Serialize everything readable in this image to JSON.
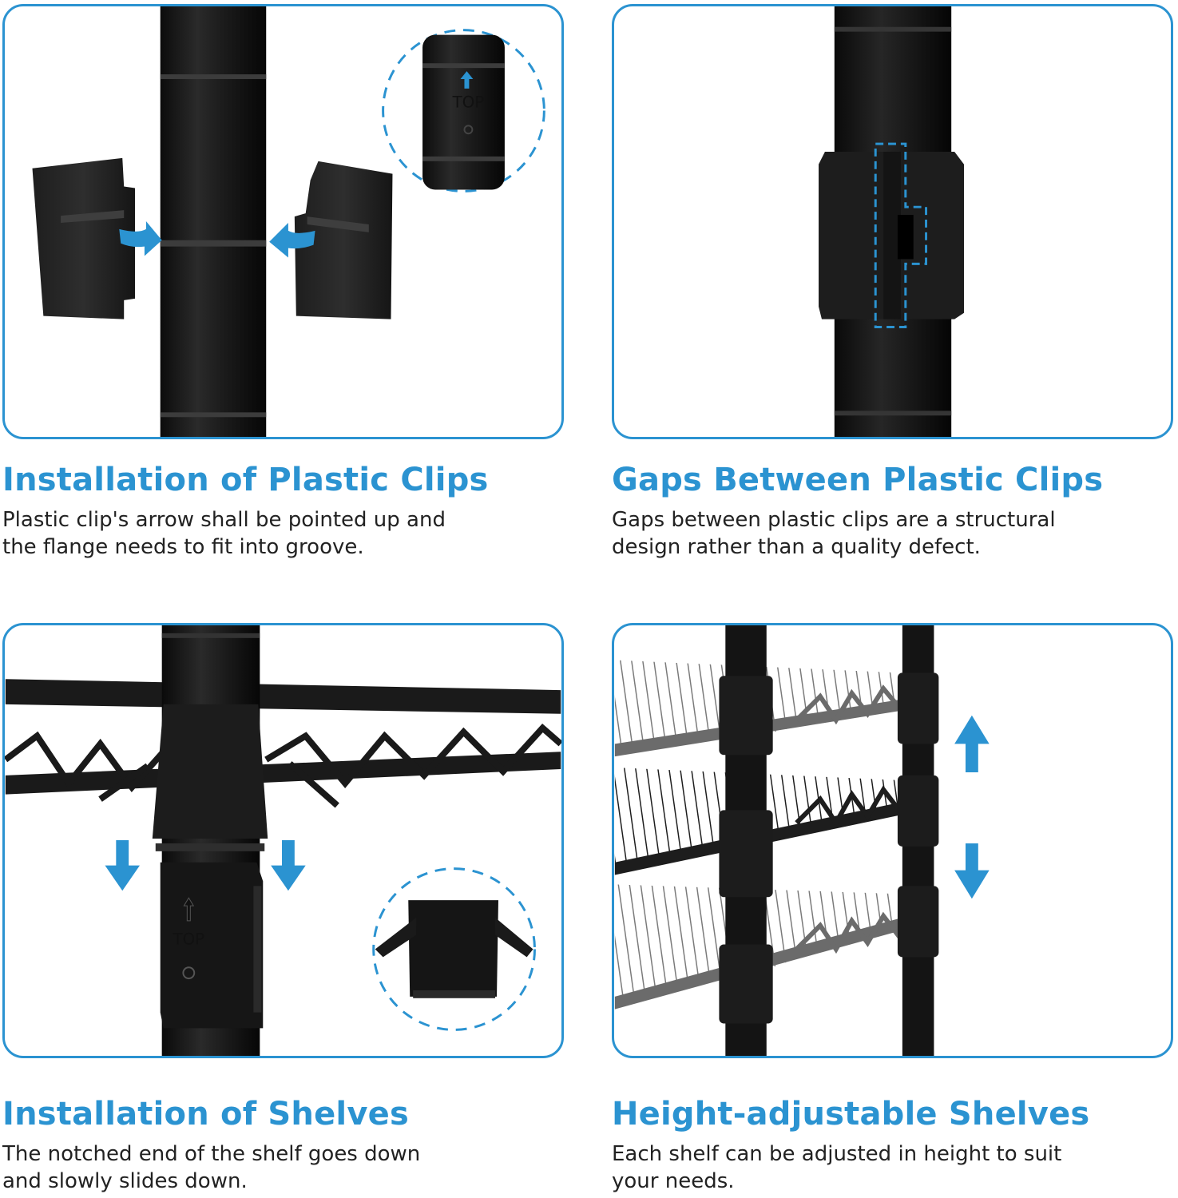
{
  "accent_color": "#2b93d1",
  "panels": [
    {
      "title": "Installation of Plastic Clips",
      "description": "Plastic clip's arrow shall be pointed up and\nthe flange needs to fit into groove.",
      "inset_label": "TOP",
      "image": "pole-with-two-clip-halves-icon"
    },
    {
      "title": "Gaps Between Plastic Clips",
      "description": "Gaps between plastic clips are a structural\ndesign rather than a quality defect.",
      "image": "clip-gap-closeup-icon"
    },
    {
      "title": "Installation of Shelves",
      "description": "The notched end of the shelf goes down\nand slowly slides down.",
      "inset_label": "TOP",
      "image": "shelf-on-pole-icon"
    },
    {
      "title": "Height-adjustable Shelves",
      "description": "Each shelf can be adjusted in height to suit\nyour needs.",
      "image": "adjustable-shelves-icon"
    }
  ]
}
